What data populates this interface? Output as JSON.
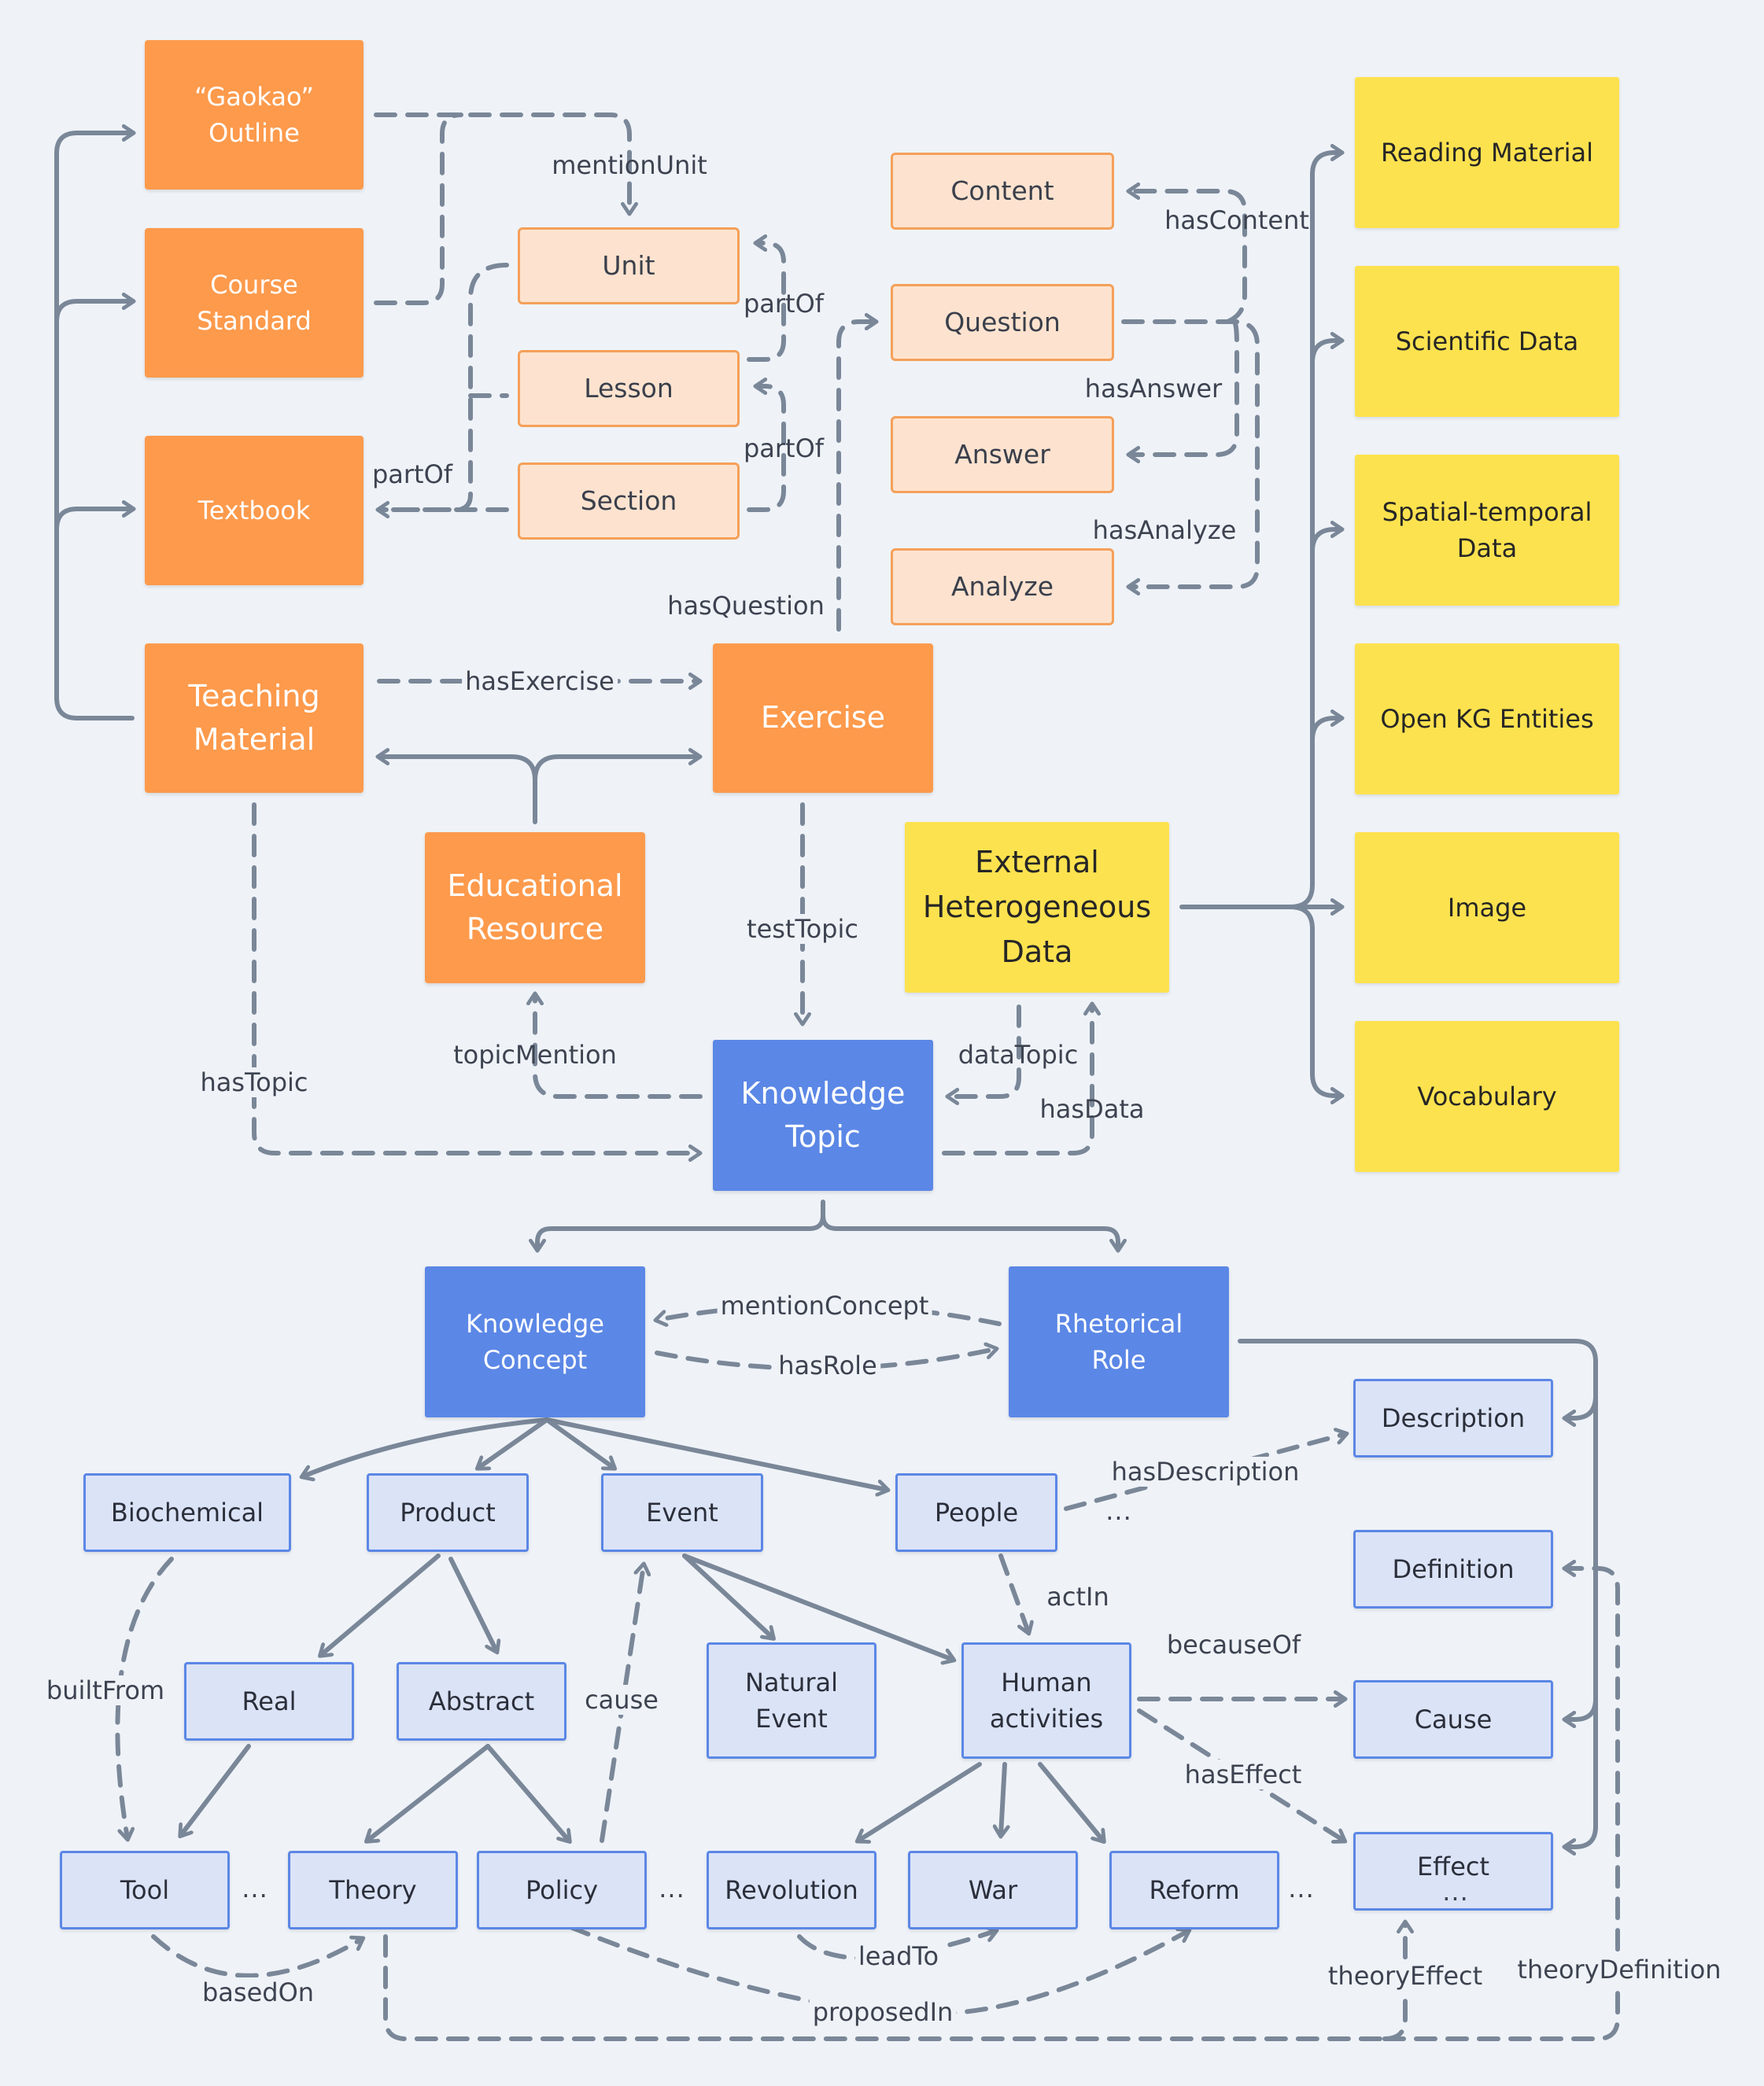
{
  "colors": {
    "edge": "#7a8798",
    "teaching_node": "#fd9a4c",
    "structure_node": "#fde3cf",
    "external_node": "#fde24f",
    "knowledge_node": "#5b87e6",
    "concept_node": "#dbe3f7",
    "background": "#eff3f8"
  },
  "nodes": {
    "gaokao_outline": "“Gaokao”\nOutline",
    "course_standard": "Course\nStandard",
    "textbook": "Textbook",
    "teaching_material": "Teaching\nMaterial",
    "unit": "Unit",
    "lesson": "Lesson",
    "section": "Section",
    "content": "Content",
    "question": "Question",
    "answer": "Answer",
    "analyze": "Analyze",
    "exercise": "Exercise",
    "educational_resource": "Educational\nResource",
    "external_data": "External\nHeterogeneous\nData",
    "reading_material": "Reading Material",
    "scientific_data": "Scientific Data",
    "spatial_temporal_data": "Spatial-temporal\nData",
    "open_kg_entities": "Open KG Entities",
    "image": "Image",
    "vocabulary": "Vocabulary",
    "knowledge_topic": "Knowledge\nTopic",
    "knowledge_concept": "Knowledge\nConcept",
    "rhetorical_role": "Rhetorical\nRole",
    "description": "Description",
    "definition": "Definition",
    "cause": "Cause",
    "effect": "Effect",
    "biochemical": "Biochemical",
    "product": "Product",
    "event": "Event",
    "people": "People",
    "real": "Real",
    "abstract": "Abstract",
    "natural_event": "Natural\nEvent",
    "human_activities": "Human\nactivities",
    "tool": "Tool",
    "theory": "Theory",
    "policy": "Policy",
    "revolution": "Revolution",
    "war": "War",
    "reform": "Reform"
  },
  "edge_labels": {
    "mention_unit": "mentionUnit",
    "part_of_unit": "partOf",
    "part_of_lesson": "partOf",
    "part_of_textbook": "partOf",
    "has_content": "hasContent",
    "has_answer": "hasAnswer",
    "has_analyze": "hasAnalyze",
    "has_question": "hasQuestion",
    "has_exercise": "hasExercise",
    "test_topic": "testTopic",
    "has_topic": "hasTopic",
    "topic_mention": "topicMention",
    "data_topic": "dataTopic",
    "has_data": "hasData",
    "mention_concept": "mentionConcept",
    "has_role": "hasRole",
    "has_description": "hasDescription",
    "act_in": "actIn",
    "because_of": "becauseOf",
    "has_effect": "hasEffect",
    "built_from": "builtFrom",
    "cause": "cause",
    "based_on": "basedOn",
    "lead_to": "leadTo",
    "proposed_in": "proposedIn",
    "theory_effect": "theoryEffect",
    "theory_definition": "theoryDefinition"
  },
  "ellipses": {
    "after_people": "...",
    "after_tool": "...",
    "after_policy": "...",
    "after_reform": "...",
    "in_effect": "..."
  }
}
